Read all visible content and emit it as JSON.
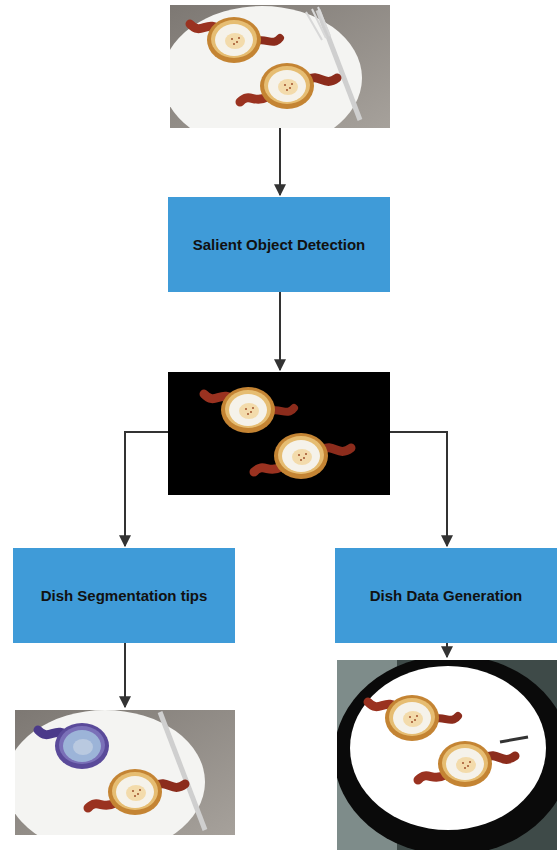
{
  "diagram": {
    "nodes": [
      {
        "text": [
          "Salient Object Detection"
        ]
      },
      {
        "text": [
          "Dish Segmentation tips"
        ]
      },
      {
        "text": [
          "Dish Data Generation"
        ]
      }
    ]
  }
}
